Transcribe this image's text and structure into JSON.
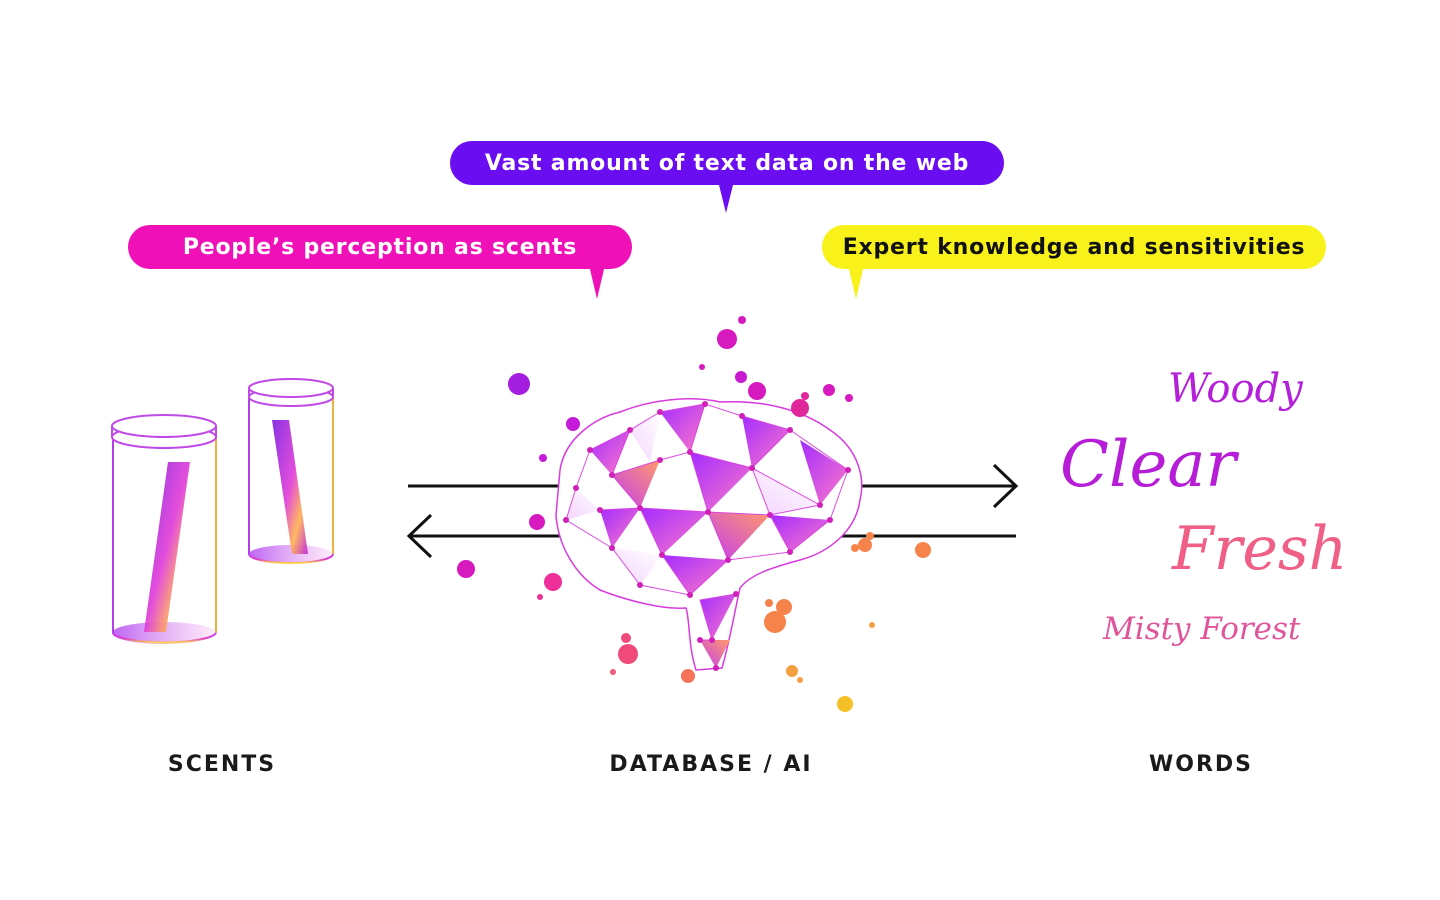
{
  "bubbles": {
    "web": "Vast amount of text data on the web",
    "people": "People’s perception as scents",
    "expert": "Expert knowledge and sensitivities"
  },
  "labels": {
    "scents": "SCENTS",
    "database": "DATABASE / AI",
    "words": "WORDS"
  },
  "words": {
    "woody": "Woody",
    "clear": "Clear",
    "fresh": "Fresh",
    "misty": "Misty Forest"
  },
  "colors": {
    "purple": "#6a0df0",
    "magenta": "#f010b8",
    "yellow": "#f8f21a",
    "orange": "#f5834a"
  }
}
